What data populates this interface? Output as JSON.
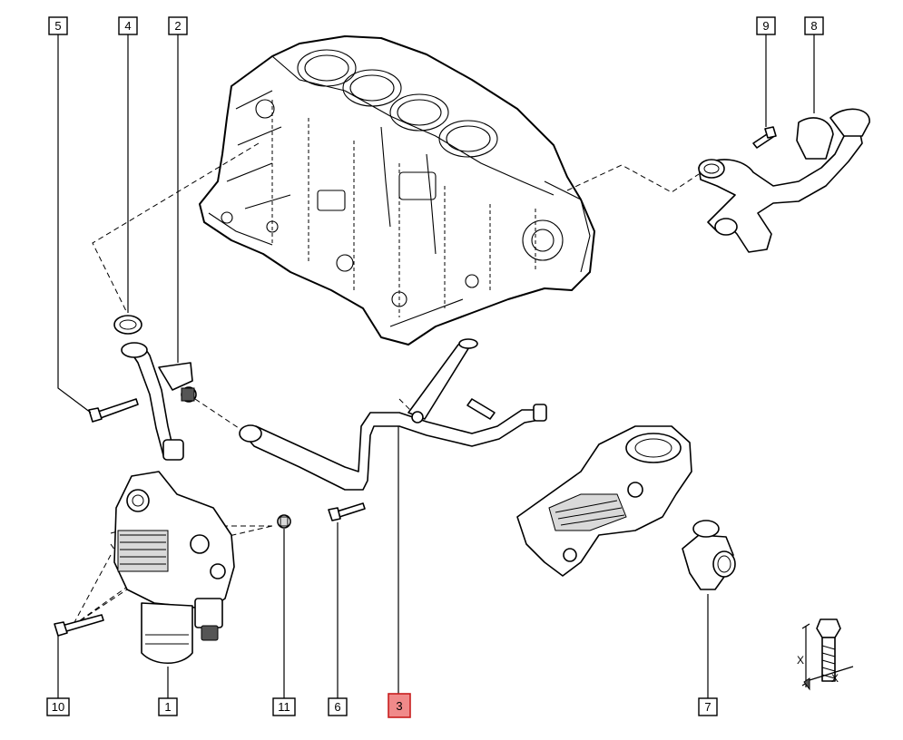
{
  "callouts": {
    "c1": "1",
    "c2": "2",
    "c3": "3",
    "c4": "4",
    "c5": "5",
    "c6": "6",
    "c7": "7",
    "c8": "8",
    "c9": "9",
    "c10": "10",
    "c11": "11"
  },
  "highlight": {
    "callout": "3",
    "color": "#f08a8a"
  },
  "legend": {
    "x_label_left": "X",
    "x_label_right": "X"
  }
}
